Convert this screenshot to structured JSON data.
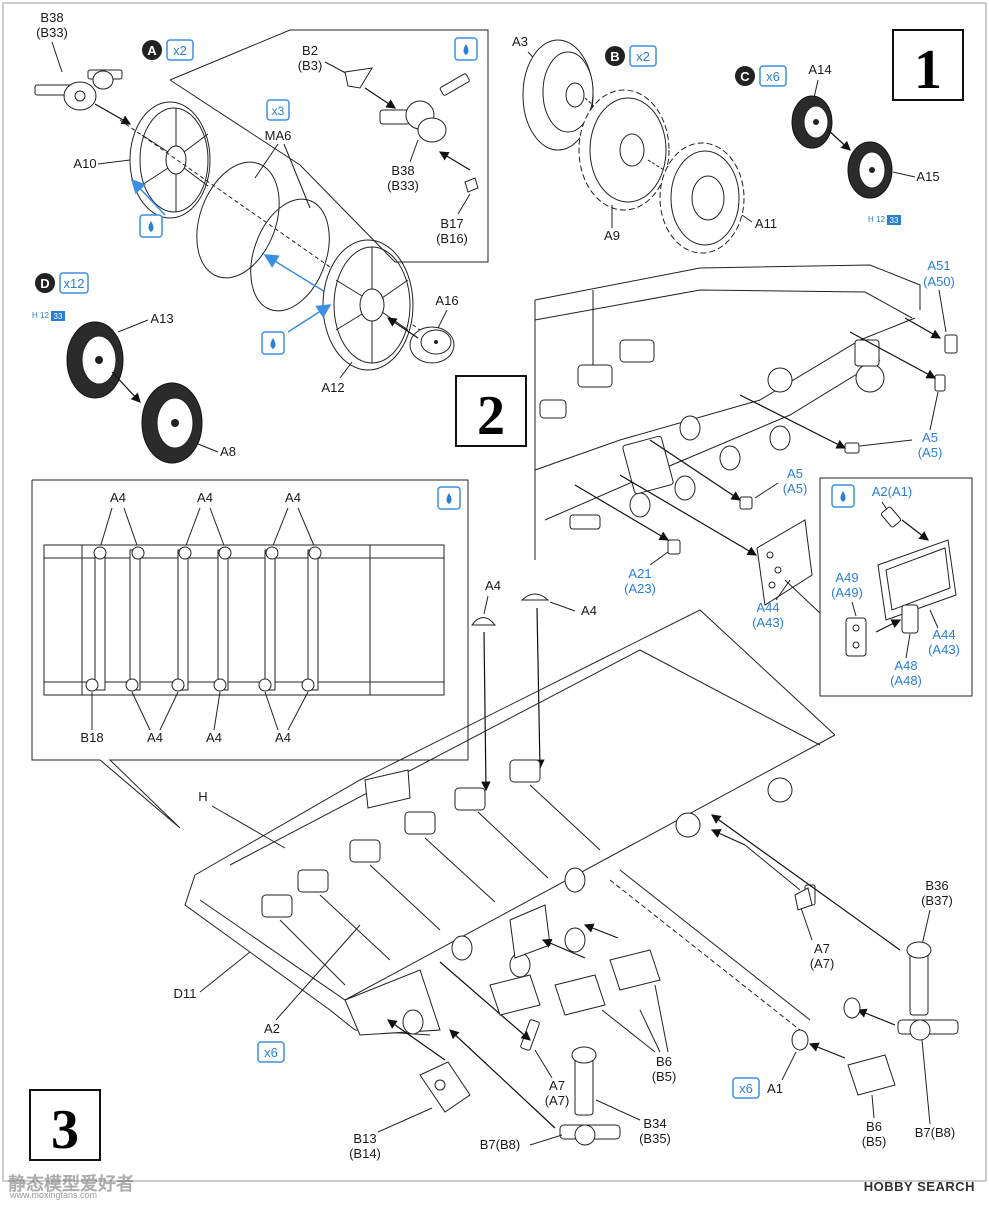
{
  "steps": {
    "s1": "1",
    "s2": "2",
    "s3": "3"
  },
  "callouts": {
    "A": {
      "letter": "A",
      "qty": "x2"
    },
    "B": {
      "letter": "B",
      "qty": "x2"
    },
    "C": {
      "letter": "C",
      "qty": "x6"
    },
    "D": {
      "letter": "D",
      "qty": "x12"
    },
    "ma6_qty": "x3",
    "a2_qty": "x6",
    "a1_qty": "x6"
  },
  "paint_codes": {
    "c_h": "H",
    "c_12": "12",
    "c_33": "33",
    "d_h": "H",
    "d_12": "12",
    "d_33": "33"
  },
  "labels": {
    "b38_top": "B38",
    "b33_top": "(B33)",
    "a10": "A10",
    "ma6": "MA6",
    "b2": "B2",
    "b3": "(B3)",
    "b38_mid": "B38",
    "b33_mid": "(B33)",
    "b17": "B17",
    "b16": "(B16)",
    "a3": "A3",
    "a9": "A9",
    "a11": "A11",
    "a14": "A14",
    "a15": "A15",
    "a13": "A13",
    "a8": "A8",
    "a16": "A16",
    "a12": "A12",
    "a51": "A51",
    "a50": "(A50)",
    "a5_r": "A5",
    "a5_rp": "(A5)",
    "a5_l": "A5",
    "a5_lp": "(A5)",
    "a21": "A21",
    "a23": "(A23)",
    "a44": "A44",
    "a43": "(A43)",
    "a2a1": "A2(A1)",
    "a49": "A49",
    "a49p": "(A49)",
    "a44i": "A44",
    "a43i": "(A43)",
    "a48": "A48",
    "a48p": "(A48)",
    "a4_t1": "A4",
    "a4_t2": "A4",
    "a4_t3": "A4",
    "b18": "B18",
    "a4_b1": "A4",
    "a4_b2": "A4",
    "a4_b3": "A4",
    "a4_p1": "A4",
    "a4_p2": "A4",
    "h": "H",
    "d11": "D11",
    "a2": "A2",
    "b13": "B13",
    "b14": "(B14)",
    "b7b8_l": "B7(B8)",
    "a7_l": "A7",
    "a7_lp": "(A7)",
    "b34": "B34",
    "b35": "(B35)",
    "b6_l": "B6",
    "b5_l": "(B5)",
    "a7_r": "A7",
    "a7_rp": "(A7)",
    "b36": "B36",
    "b37": "(B37)",
    "a1": "A1",
    "b6_r": "B6",
    "b5_r": "(B5)",
    "b7b8_r": "B7(B8)"
  },
  "footer": {
    "brand": "HOBBY SEARCH",
    "watermark": "静态模型爱好者",
    "url": "www.moxingfans.com"
  },
  "colors": {
    "accent_blue": "#2a7fd4",
    "ink": "#1a1a1a"
  }
}
